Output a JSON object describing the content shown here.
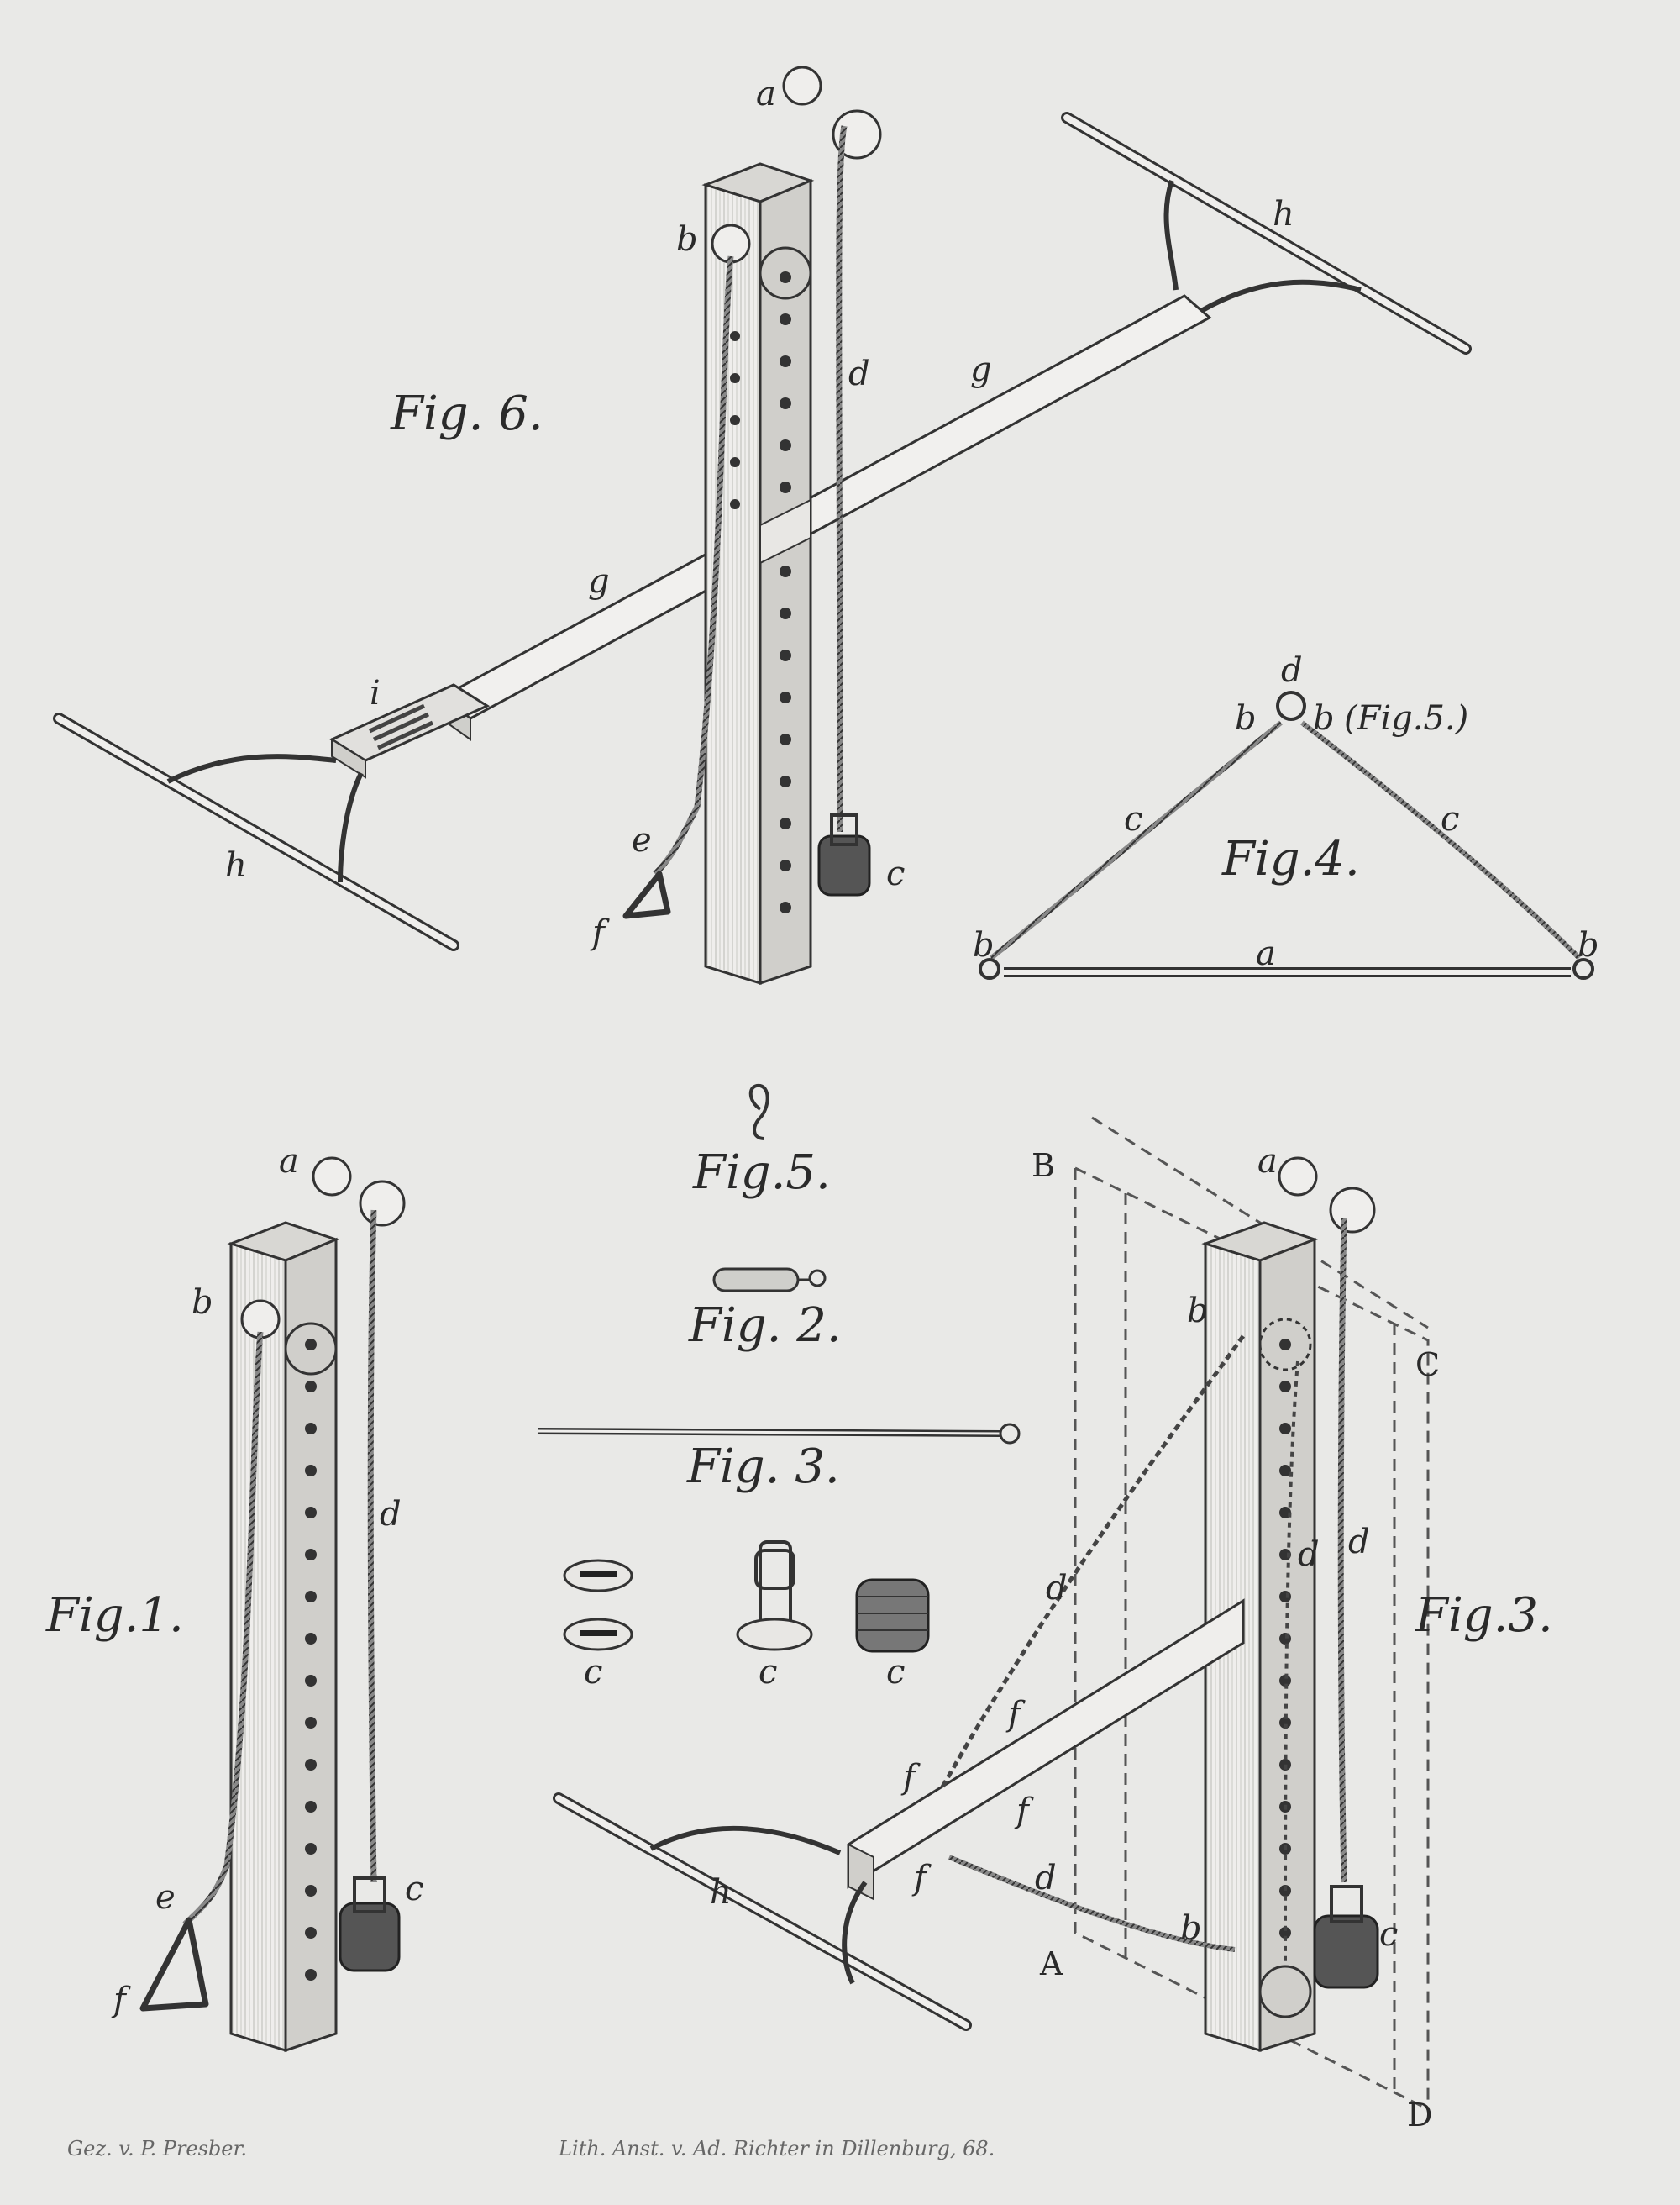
{
  "figures": {
    "fig6": {
      "caption": "Fig. 6.",
      "labels": {
        "a": "a",
        "b": "b",
        "c": "c",
        "d": "d",
        "e": "e",
        "f": "f",
        "g1": "g",
        "g2": "g",
        "h1": "h",
        "h2": "h",
        "i": "i"
      }
    },
    "fig4": {
      "caption": "Fig.4.",
      "labels": {
        "a": "a",
        "b_left": "b",
        "b_right": "b",
        "b_top_left": "b",
        "b_top_right": "b",
        "c_left": "c",
        "c_right": "c",
        "d": "d",
        "ref": "(Fig.5.)"
      }
    },
    "fig5": {
      "caption": "Fig.5."
    },
    "fig2": {
      "caption": "Fig. 2."
    },
    "fig3_small": {
      "caption": "Fig. 3."
    },
    "fig1": {
      "caption": "Fig.1.",
      "labels": {
        "a": "a",
        "b": "b",
        "c": "c",
        "d": "d",
        "e": "e",
        "f": "f"
      }
    },
    "weights": {
      "labels": [
        "c",
        "c",
        "c"
      ]
    },
    "fig3_large": {
      "caption": "Fig.3.",
      "labels": {
        "a": "a",
        "b_top": "b",
        "b_bottom": "b",
        "c": "c",
        "d1": "d",
        "d2": "d",
        "d3": "d",
        "d4": "d",
        "f1": "f",
        "f2": "f",
        "f3": "f",
        "f4": "f",
        "h": "h"
      },
      "corners": {
        "A": "A",
        "B": "B",
        "C": "C",
        "D": "D"
      }
    }
  },
  "credits": {
    "left": "Gez. v. P. Presber.",
    "right": "Lith. Anst. v. Ad. Richter in Dillenburg, 68."
  }
}
